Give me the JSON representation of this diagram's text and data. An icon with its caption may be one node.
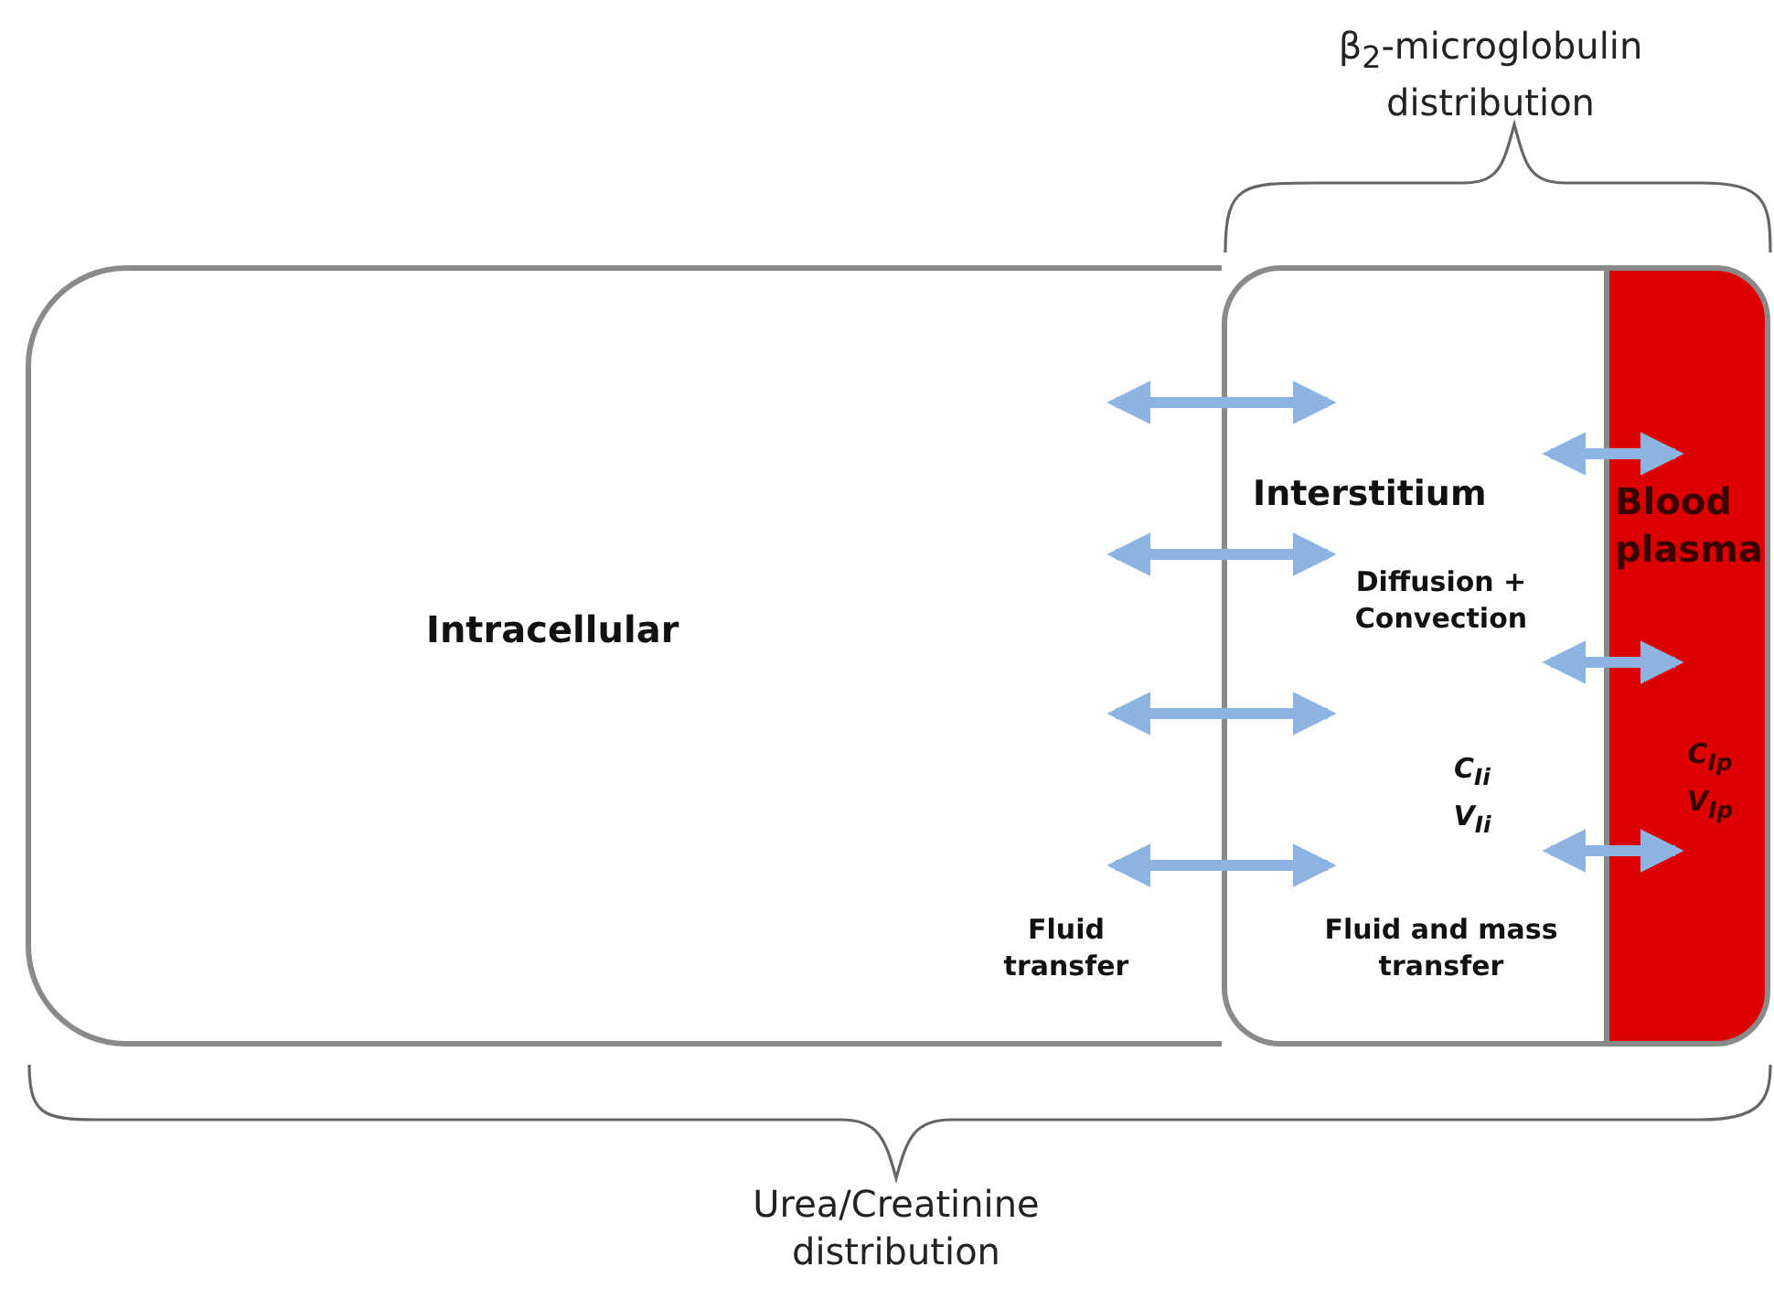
{
  "diagram": {
    "nodes": [
      {
        "text": [
          "Intracellular",
          "Fluid transfer"
        ]
      },
      {
        "text": [
          "Interstitium",
          "Diffusion + Convection",
          "C$_{Ii}$",
          "V$_{Ii}$",
          "Fluid and mass transfer"
        ]
      },
      {
        "text": [
          "Blood plasma",
          "C$_{Ip}$",
          "V$_{Ip}$"
        ]
      }
    ],
    "edges": [
      {
        "from": 0,
        "to": 1,
        "arrow": "both"
      },
      {
        "from": 0,
        "to": 1,
        "arrow": "both"
      },
      {
        "from": 0,
        "to": 1,
        "arrow": "both"
      },
      {
        "from": 0,
        "to": 1,
        "arrow": "both"
      },
      {
        "from": 1,
        "to": 2,
        "arrow": "both"
      },
      {
        "from": 1,
        "to": 2,
        "arrow": "both"
      },
      {
        "from": 1,
        "to": 2,
        "arrow": "both"
      }
    ],
    "labels": [
      "β$_{2}$-microglobulin distribution",
      "Urea/Creatinine distribution"
    ]
  }
}
